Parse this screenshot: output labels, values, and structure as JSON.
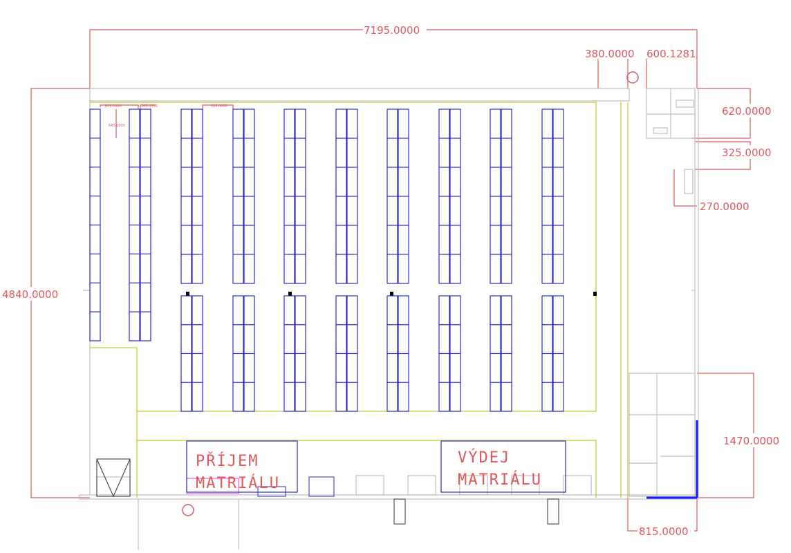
{
  "dimensions": {
    "overall_width": "7195.0000",
    "overall_height": "4840.0000",
    "top_right_a": "380.0000",
    "top_right_b": "600.1281",
    "right_a": "620.0000",
    "right_b": "325.0000",
    "right_c": "270.0000",
    "right_bottom": "1470.0000",
    "bottom_right": "815.0000",
    "small_a": "645.0000",
    "small_b": "645.0000",
    "small_c": "285.0000",
    "small_d": "695.0000"
  },
  "zones": {
    "receiving_line1": "PŘÍJEM",
    "receiving_line2": "MATRIÁLU",
    "dispatch_line1": "VÝDEJ",
    "dispatch_line2": "MATRIÁLU"
  },
  "colors": {
    "dimension": "#e0585c",
    "rack": "#2a2ac8",
    "aisle": "#c8c832",
    "wall": "#bdbdbd"
  }
}
